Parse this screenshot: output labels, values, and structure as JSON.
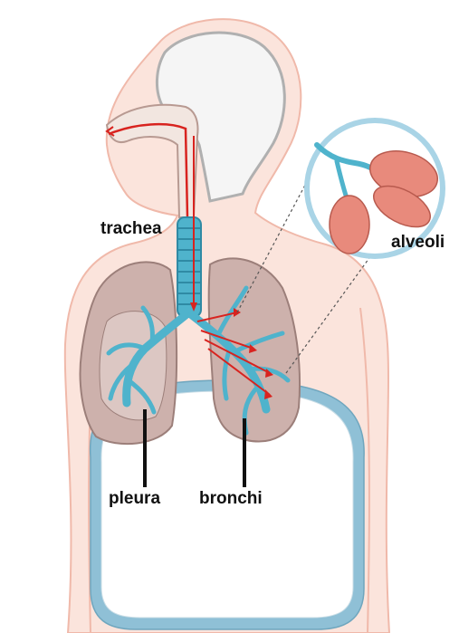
{
  "labels": {
    "trachea": "trachea",
    "alveoli": "alveoli",
    "pleura": "pleura",
    "bronchi": "bronchi"
  },
  "colors": {
    "skin_fill": "#fbe4dc",
    "skin_outline": "#f0b9aa",
    "airway_fill": "#f2e6e0",
    "airway_outline": "#b89a92",
    "airflow": "#d8231f",
    "bronchial_tree": "#4fb3cc",
    "bronchial_dark": "#2f8aa4",
    "lung_fill": "#cdb1ac",
    "lung_outline": "#9c7f7a",
    "diaphragm": "#8fc0d6",
    "alveoli_fill": "#e88a7c",
    "inset_ring": "#a9d4e6",
    "leader_line": "#111111"
  }
}
